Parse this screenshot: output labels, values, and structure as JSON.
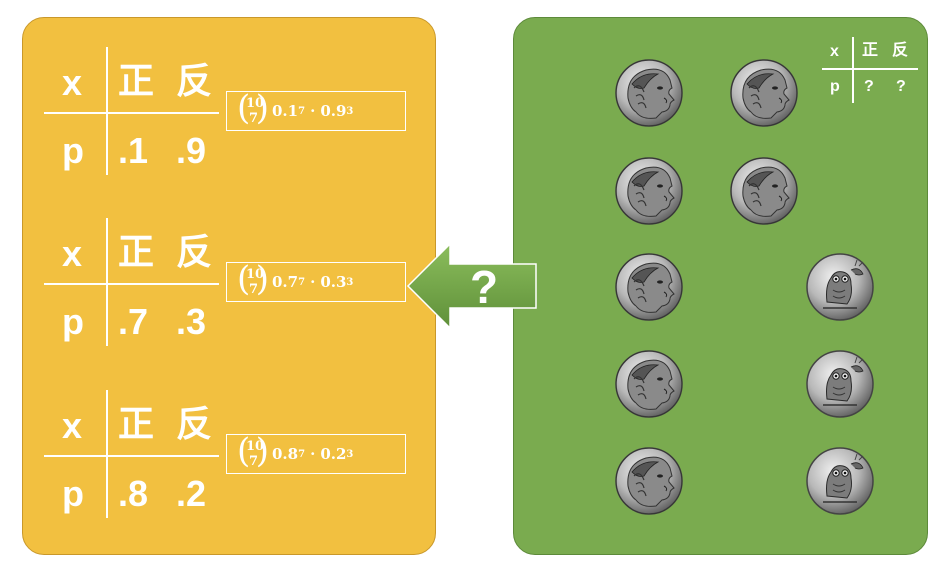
{
  "left_panel": {
    "tables": [
      {
        "x_label": "x",
        "p_label": "p",
        "head_label": "正",
        "tail_label": "反",
        "p_head": ".1",
        "p_tail": ".9",
        "formula": {
          "n": "10",
          "k": "7",
          "term1": "0.1",
          "exp1": "7",
          "dot": "·",
          "term2": "0.9",
          "exp2": "3"
        }
      },
      {
        "x_label": "x",
        "p_label": "p",
        "head_label": "正",
        "tail_label": "反",
        "p_head": ".7",
        "p_tail": ".3",
        "formula": {
          "n": "10",
          "k": "7",
          "term1": "0.7",
          "exp1": "7",
          "dot": "·",
          "term2": "0.3",
          "exp2": "3"
        }
      },
      {
        "x_label": "x",
        "p_label": "p",
        "head_label": "正",
        "tail_label": "反",
        "p_head": ".8",
        "p_tail": ".2",
        "formula": {
          "n": "10",
          "k": "7",
          "term1": "0.8",
          "exp1": "7",
          "dot": "·",
          "term2": "0.2",
          "exp2": "3"
        }
      }
    ]
  },
  "arrow": {
    "label": "?",
    "color": "#6fa048"
  },
  "right_panel": {
    "small_table": {
      "x_label": "x",
      "p_label": "p",
      "head_label": "正",
      "tail_label": "反",
      "p_head": "?",
      "p_tail": "?"
    },
    "coins": [
      "coin-head",
      "coin-head",
      "coin-head",
      "coin-head",
      "coin-head",
      "coin-tail",
      "coin-head",
      "coin-tail",
      "coin-head",
      "coin-tail"
    ]
  },
  "colors": {
    "left_bg": "#f2c040",
    "right_bg": "#7aab4f",
    "text": "#ffffff"
  }
}
